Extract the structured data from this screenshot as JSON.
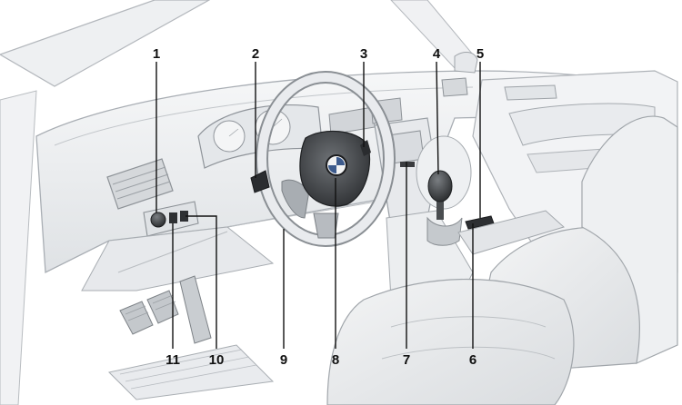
{
  "callouts": {
    "c1": "1",
    "c2": "2",
    "c3": "3",
    "c4": "4",
    "c5": "5",
    "c6": "6",
    "c7": "7",
    "c8": "8",
    "c9": "9",
    "c10": "10",
    "c11": "11"
  },
  "colors": {
    "line": "#a9aeb4",
    "metal": "#c9ccd0",
    "dark": "#2a2c2f",
    "callout": "#111111"
  },
  "logo": "BMW"
}
